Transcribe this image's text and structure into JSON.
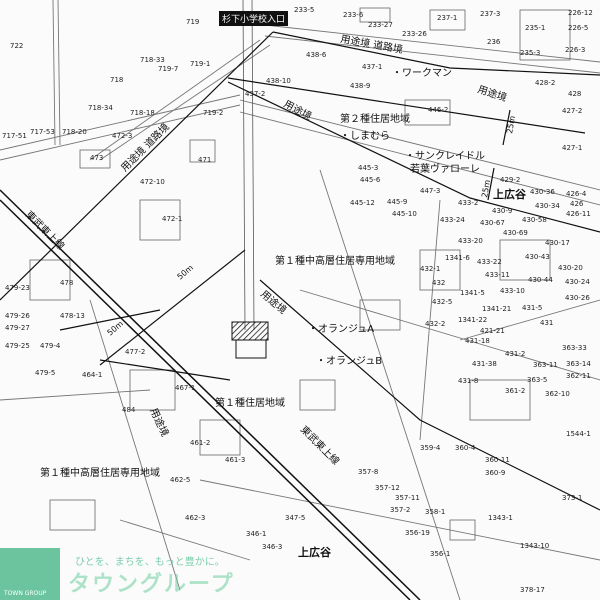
{
  "station_label": "杉下小学校入口",
  "zones": {
    "boundary_road": "用途境 道路境",
    "boundary": "用途境",
    "zone2_residential": "第２種住居地域",
    "zone1_midhigh_a": "第１種中高層住居専用地域",
    "zone1_residential": "第１種住居地域",
    "zone1_midhigh_b": "第１種中高層住居専用地域"
  },
  "rail_line": "東武東上線",
  "places": {
    "area_top": "上広谷",
    "area_bottom": "上広谷"
  },
  "poi": [
    "・ワークマン",
    "・しまむら",
    "・サンクレイドル",
    "若葉ヴァローレ",
    "・オランジュA",
    "・オランジュB"
  ],
  "dimensions": {
    "d25a": "25m",
    "d25b": "25m",
    "d50a": "50m",
    "d50b": "50m"
  },
  "lots": [
    "719",
    "722",
    "718-33",
    "719-7",
    "719-1",
    "718",
    "718-34",
    "718-18",
    "717-51",
    "717-53",
    "718-20",
    "719-2",
    "472-3",
    "473",
    "471",
    "472-10",
    "472-1",
    "478",
    "479-23",
    "479-26",
    "479-27",
    "479-25",
    "478-13",
    "479-4",
    "479-5",
    "477-2",
    "464-1",
    "467-1",
    "484",
    "461-2",
    "461-3",
    "462-5",
    "462-3",
    "233-5",
    "233-6",
    "233-27",
    "233-26",
    "237-1",
    "237-3",
    "235-1",
    "236",
    "235-3",
    "226-12",
    "226-5",
    "226-3",
    "438-6",
    "437-1",
    "438-10",
    "438-9",
    "437-2",
    "446-2",
    "428-2",
    "428",
    "427-2",
    "427-1",
    "429-2",
    "445-3",
    "445-6",
    "447-3",
    "445-12",
    "445-9",
    "445-10",
    "433-2",
    "430-9",
    "430-36",
    "430-34",
    "426-4",
    "426",
    "426-11",
    "433-24",
    "430-67",
    "430-58",
    "430-69",
    "433-20",
    "430-17",
    "1341-6",
    "433-22",
    "430-43",
    "430-20",
    "433-11",
    "430-44",
    "430-24",
    "432-1",
    "432",
    "1341-5",
    "433-10",
    "430-26",
    "432-5",
    "1341-21",
    "431-5",
    "432-2",
    "1341-22",
    "431",
    "421-21",
    "431-18",
    "431-2",
    "431-38",
    "363-33",
    "363-11",
    "363-14",
    "431-8",
    "363-5",
    "362-11",
    "361-2",
    "362-10",
    "359-4",
    "360-4",
    "360-11",
    "360-9",
    "357-8",
    "357-12",
    "357-11",
    "357-2",
    "358-1",
    "347-5",
    "346-1",
    "346-3",
    "356-19",
    "356-1",
    "373-1",
    "1343-1",
    "1343-10",
    "378-17",
    "1544-1"
  ],
  "watermark": {
    "tagline": "ひとを、まちを、もっと豊かに。",
    "name": "タウングループ",
    "en": "TOWN GROUP"
  },
  "colors": {
    "watermark": "#5cbf95",
    "lines": "#111111"
  }
}
